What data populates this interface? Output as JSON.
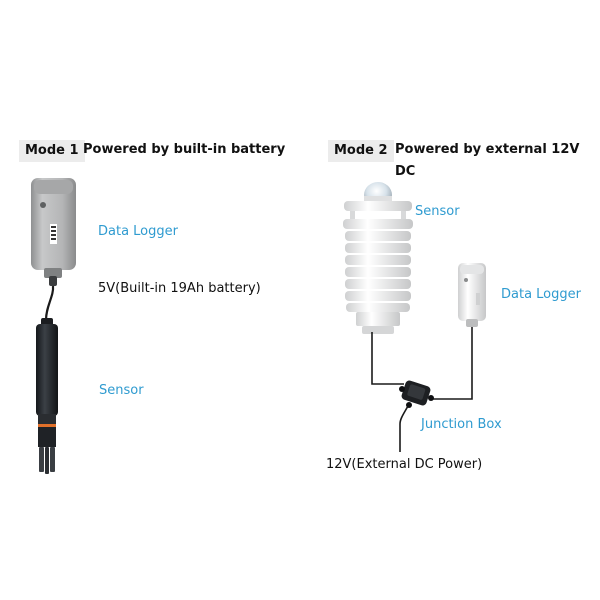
{
  "mode1": {
    "tag": "Mode 1",
    "title": "Powered by built-in battery",
    "data_logger_label": "Data Logger",
    "battery_label": "5V(Built-in 19Ah battery)",
    "sensor_label": "Sensor"
  },
  "mode2": {
    "tag": "Mode 2",
    "title": "Powered by external 12V DC",
    "sensor_label": "Sensor",
    "data_logger_label": "Data Logger",
    "junction_box_label": "Junction Box",
    "power_label": "12V(External DC Power)"
  },
  "colors": {
    "label_accent": "#2f9bd0",
    "device_gray": "#b9babb",
    "device_white": "#f0f0f0",
    "probe_dark": "#2a2e33",
    "probe_ring": "#e0702a"
  }
}
